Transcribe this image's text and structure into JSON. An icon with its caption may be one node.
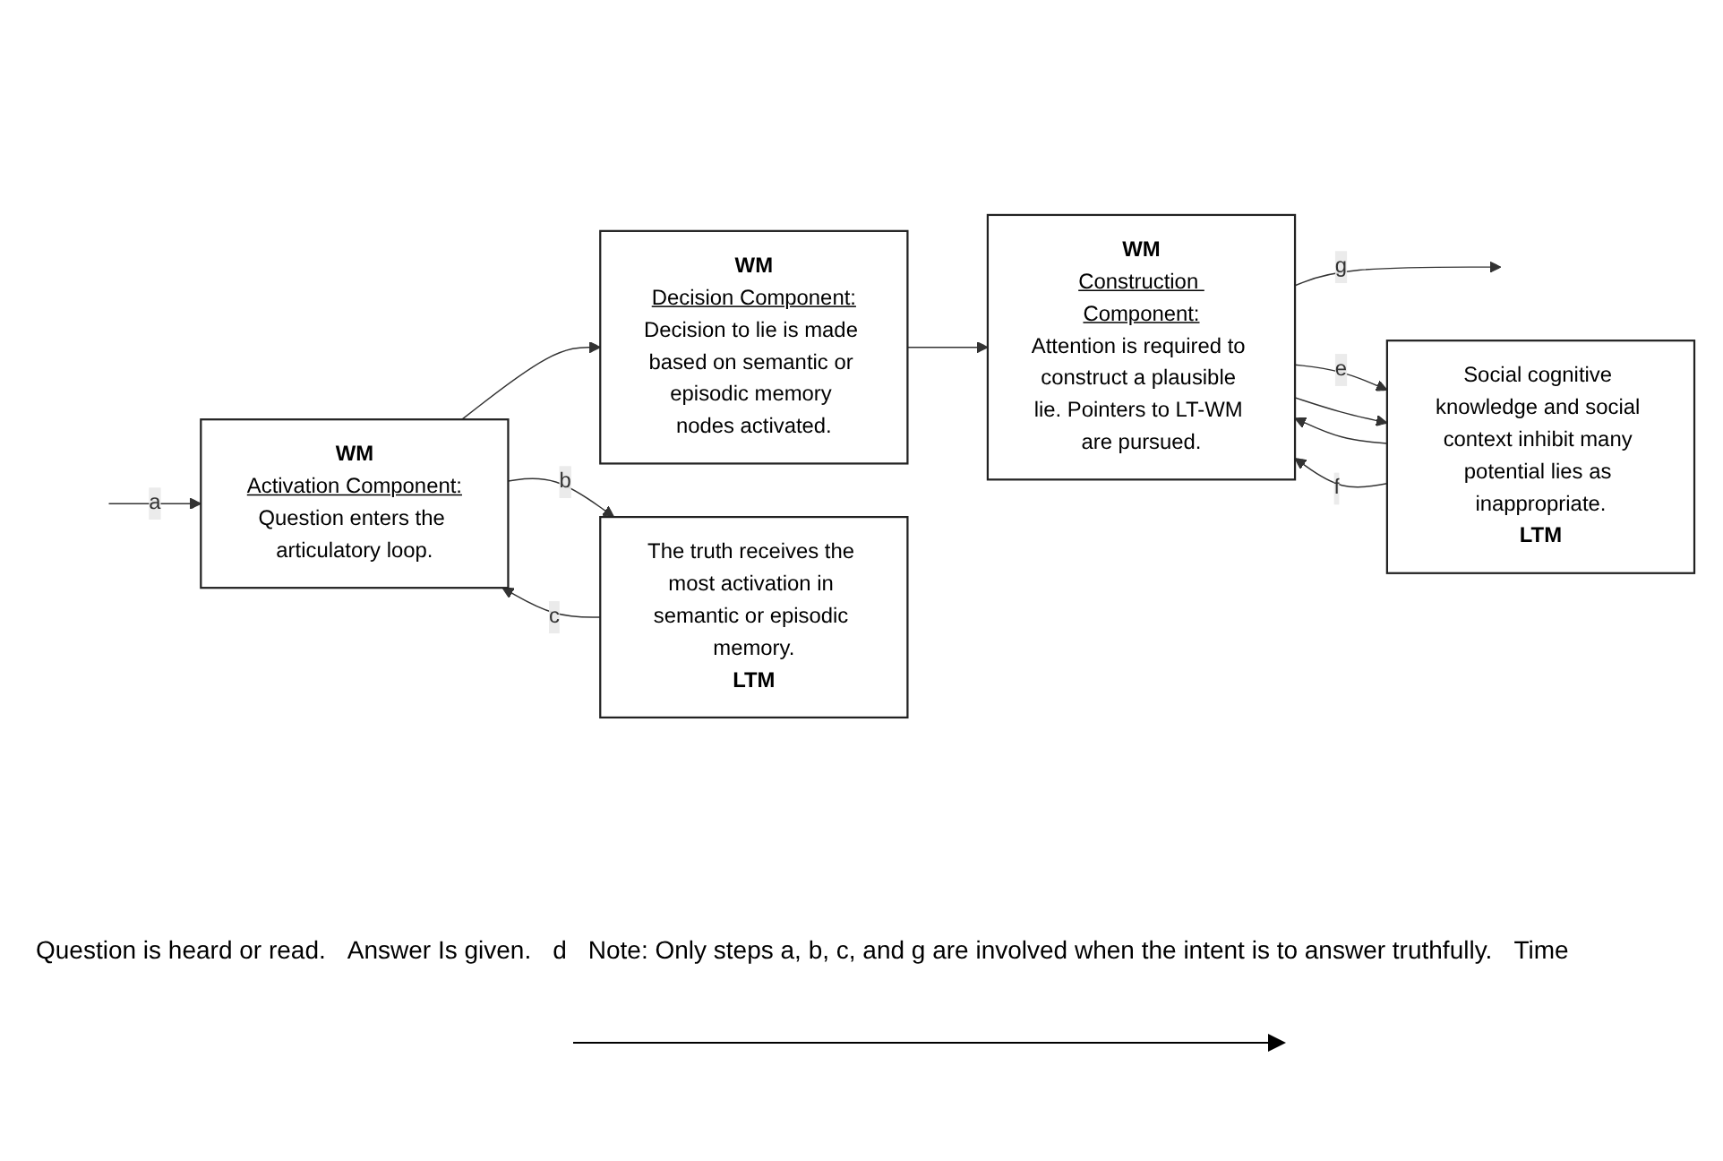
{
  "diagram": {
    "nodes": [
      {
        "text": [
          "WM",
          "Activation Component:",
          "Question enters the articulatory loop."
        ]
      },
      {
        "text": [
          "WM",
          "Decision Component:",
          "Decision to lie is made based on semantic or episodic memory nodes activated."
        ]
      },
      {
        "text": [
          "WM",
          "Construction Component:",
          "Attention is required to construct a plausible lie. Pointers to LT-WM are pursued."
        ]
      },
      {
        "text": [
          "The truth receives the most activation in semantic or episodic memory.",
          "LTM"
        ]
      },
      {
        "text": [
          "Social cognitive knowledge and social context inhibit many potential lies as inappropriate.",
          "LTM"
        ]
      }
    ],
    "edges": [
      {
        "from": null,
        "to": 0,
        "arrow": "to",
        "label": "a"
      },
      {
        "from": 0,
        "to": 1,
        "arrow": "to"
      },
      {
        "from": 1,
        "to": 2,
        "arrow": "to"
      },
      {
        "from": 2,
        "to": null,
        "arrow": "to",
        "label": "g"
      },
      {
        "from": 0,
        "to": 3,
        "arrow": "to",
        "label": "b"
      },
      {
        "from": 3,
        "to": 0,
        "arrow": "to",
        "label": "c"
      },
      {
        "from": 2,
        "to": 4,
        "arrow": "to",
        "label": "e"
      },
      {
        "from": 4,
        "to": 2,
        "arrow": "to"
      },
      {
        "from": 2,
        "to": 4,
        "arrow": "to"
      },
      {
        "from": 4,
        "to": 2,
        "arrow": "to",
        "label": "f"
      }
    ],
    "labels": [
      "Question is heard or read.",
      "Answer Is given.",
      "d",
      "Note: Only steps a, b, c, and g are involved when the intent is to answer truthfully.",
      "Time"
    ]
  }
}
